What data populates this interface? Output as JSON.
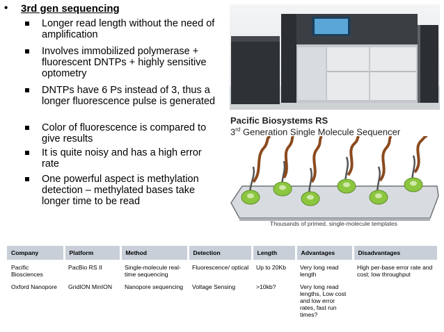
{
  "main_bullet": "3rd gen sequencing",
  "sub_bullets": [
    "Longer read length without the need of amplification",
    "Involves immobilized polymerase + fluorescent DNTPs + highly sensitive optometry",
    "DNTPs have 6 Ps instead of 3, thus a longer fluorescence pulse is generated",
    "Color of fluorescence is compared to give results",
    "It is quite noisy and has a high error rate",
    " One powerful aspect is methylation detection – methylated bases take longer time to be read"
  ],
  "figure": {
    "title": "Pacific Biosystems RS",
    "subtitle_prefix": "3",
    "subtitle_sup": "rd",
    "subtitle_rest": " Generation Single Molecule Sequencer",
    "caption": "Thousands of primed, single-molecule templates"
  },
  "table": {
    "headers": [
      "Company",
      "Platform",
      "Method",
      "Detection",
      "Length",
      "Advantages",
      "Disadvantages"
    ],
    "rows": [
      [
        "Pacific Biosciences",
        "PacBio RS II",
        "Single-molecule real-time sequencing",
        "Fluorescence/ optical",
        "Up to 20Kb",
        "Very long read length",
        "High per-base error rate and cost; low throughput"
      ],
      [
        "Oxford Nanopore",
        "GridION MinION",
        "Nanopore sequencing",
        "Voltage Sensing",
        ">10kb?",
        "Very long read lengths, Low cost and low error rates, fast run times?",
        ""
      ]
    ]
  },
  "colors": {
    "table_header_bg": "#c8cfd8",
    "enzyme_green": "#8cc63f",
    "dna_brown": "#8b4a1e"
  }
}
